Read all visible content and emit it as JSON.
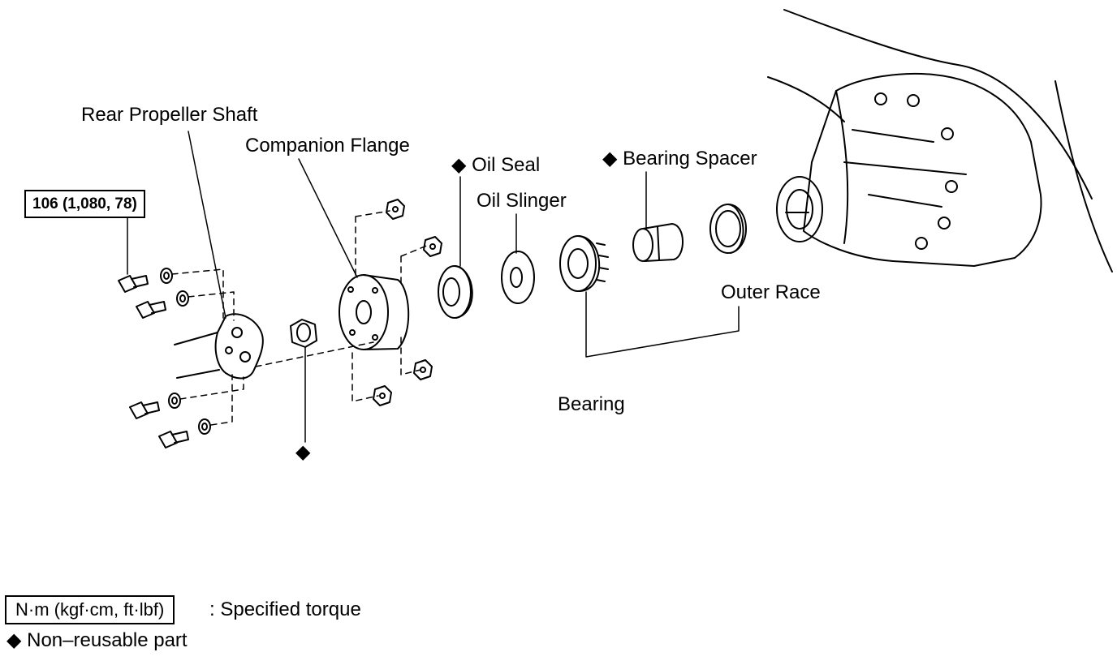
{
  "labels": {
    "rear_propeller_shaft": "Rear Propeller Shaft",
    "companion_flange": "Companion Flange",
    "oil_seal": "◆ Oil Seal",
    "oil_slinger": "Oil Slinger",
    "bearing_spacer": "◆ Bearing Spacer",
    "outer_race": "Outer Race",
    "bearing": "Bearing",
    "nut_mark": "◆"
  },
  "torque_value": "106 (1,080, 78)",
  "legend": {
    "torque_units": "N·m (kgf·cm, ft·lbf)",
    "torque_desc": ": Specified torque",
    "nonreusable": "◆ Non–reusable part"
  },
  "colors": {
    "ink": "#000000",
    "paper": "#ffffff"
  }
}
